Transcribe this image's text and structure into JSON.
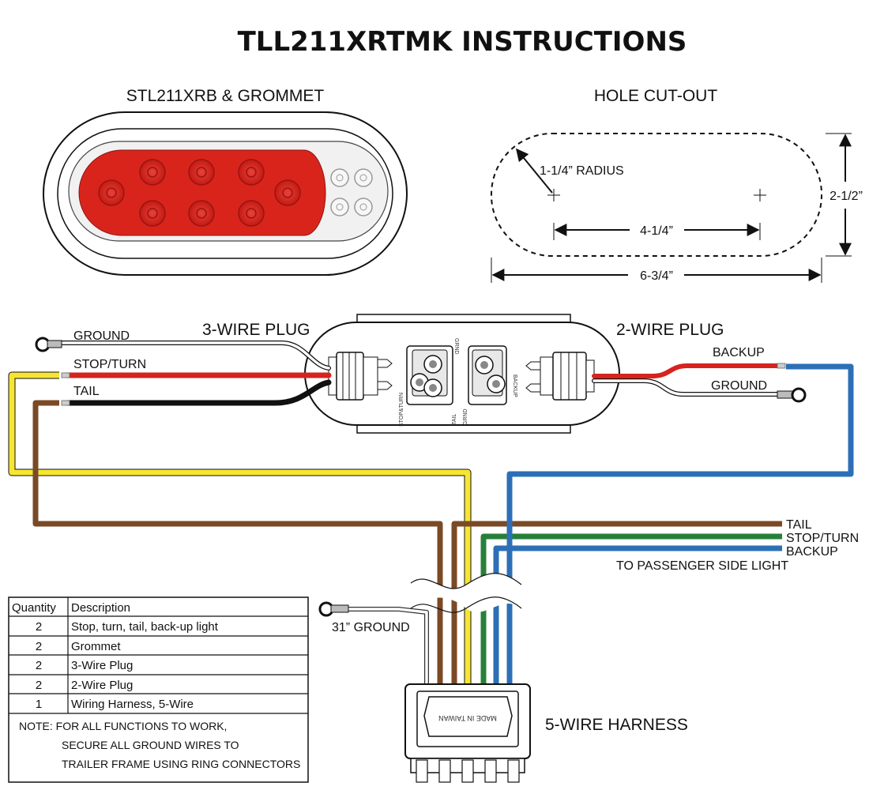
{
  "title": "TLL211XRTMK INSTRUCTIONS",
  "light_panel": {
    "heading": "STL211XRB & GROMMET"
  },
  "hole_panel": {
    "heading": "HOLE CUT-OUT",
    "radius": "1-1/4” RADIUS",
    "center_distance": "4-1/4”",
    "height": "2-1/2”",
    "length": "6-3/4”"
  },
  "wiring": {
    "three_wire_plug": "3-WIRE PLUG",
    "two_wire_plug": "2-WIRE PLUG",
    "left_ground": "GROUND",
    "left_stop_turn": "STOP/TURN",
    "left_tail": "TAIL",
    "right_backup": "BACKUP",
    "right_ground": "GROUND",
    "socket_labels": {
      "grnd_top": "GRND",
      "stop_turn": "STOP&TURN",
      "tail": "TAIL",
      "grnd_bottom": "GRND",
      "backup": "BACKUP"
    },
    "passenger": {
      "tail": "TAIL",
      "stop_turn": "STOP/TURN",
      "backup": "BACKUP",
      "caption": "TO PASSENGER SIDE LIGHT"
    },
    "harness_ground": "31” GROUND",
    "harness_label": "5-WIRE HARNESS",
    "made_in": "MADE IN TAIWAN"
  },
  "colors": {
    "yellow": "#f7e533",
    "brown": "#7a4a26",
    "red": "#d6231e",
    "black": "#111111",
    "blue": "#2d6fb7",
    "green": "#27803a",
    "lens_red": "#d9241c"
  },
  "parts_table": {
    "headers": [
      "Quantity",
      "Description"
    ],
    "rows": [
      {
        "qty": "2",
        "desc": "Stop, turn, tail, back-up light"
      },
      {
        "qty": "2",
        "desc": "Grommet"
      },
      {
        "qty": "2",
        "desc": "3-Wire Plug"
      },
      {
        "qty": "2",
        "desc": "2-Wire Plug"
      },
      {
        "qty": "1",
        "desc": "Wiring Harness, 5-Wire"
      }
    ],
    "note_lines": [
      "NOTE:  FOR ALL FUNCTIONS TO WORK,",
      "SECURE ALL GROUND WIRES TO",
      "TRAILER FRAME USING RING CONNECTORS"
    ]
  }
}
